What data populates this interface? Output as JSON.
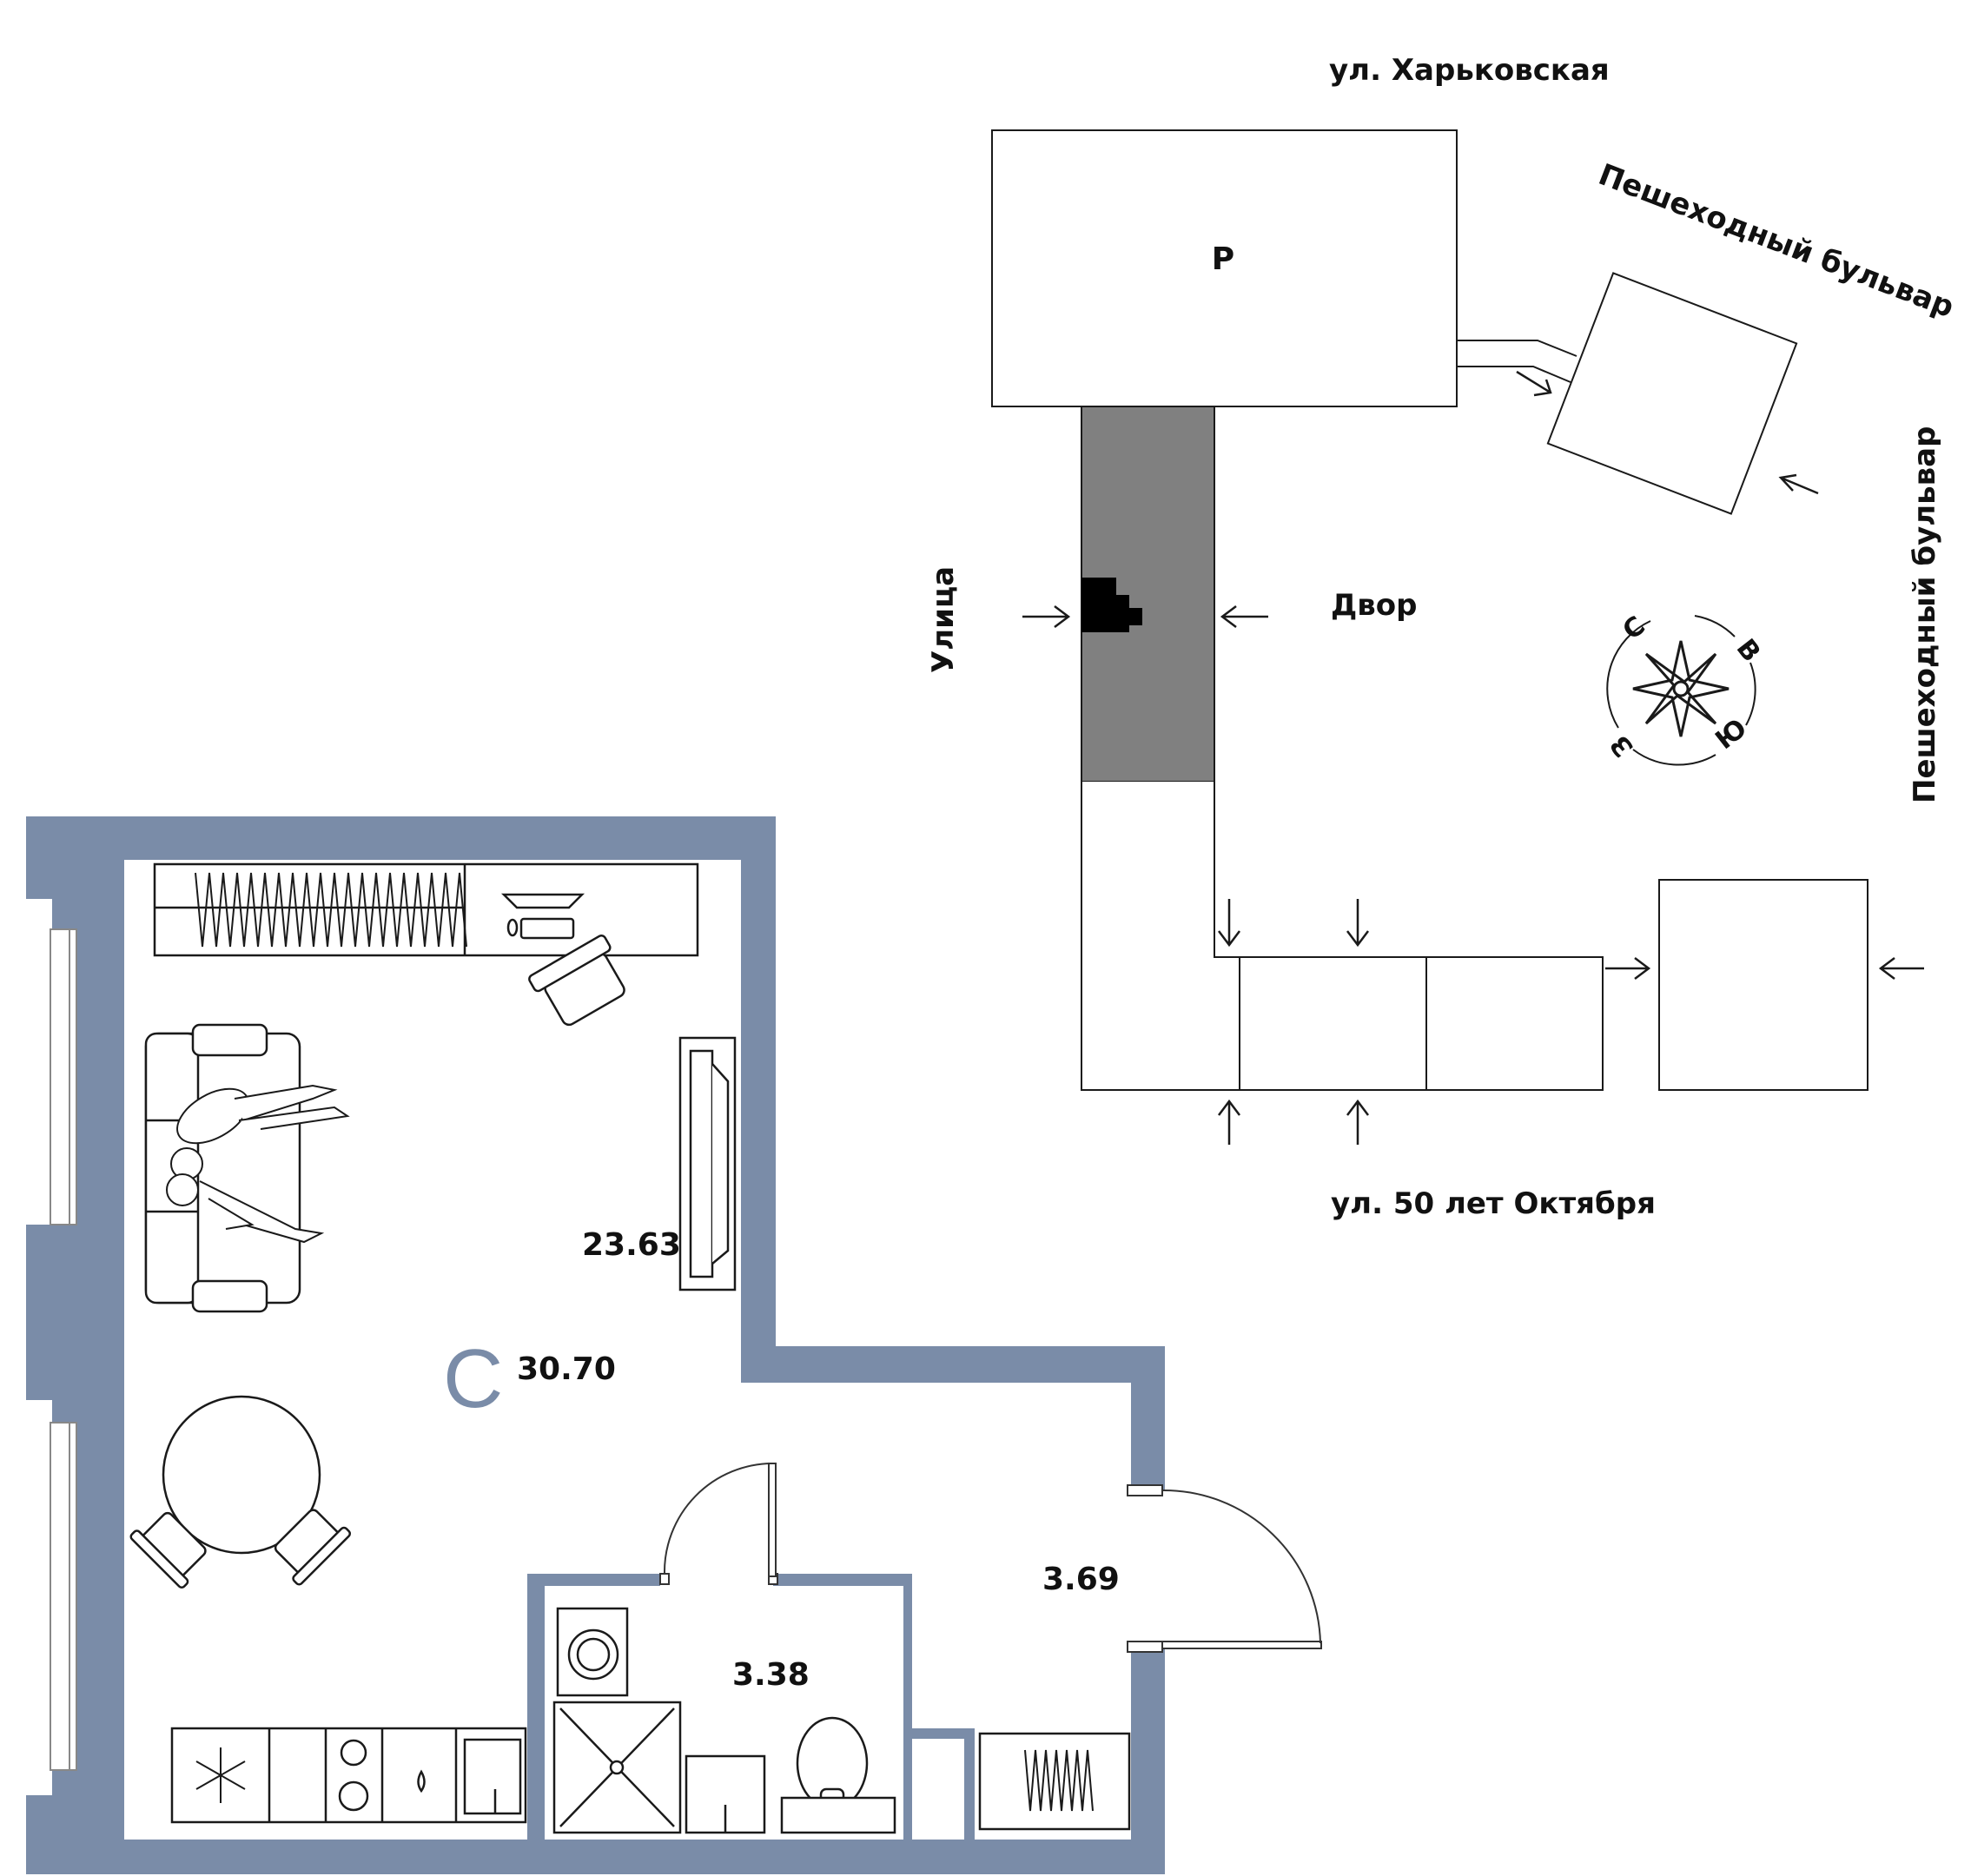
{
  "labels": {
    "street_top": "ул. Харьковская",
    "parking": "Р",
    "boulevard_1": "Пешеходный бульвар",
    "boulevard_2": "Пешеходный бульвар",
    "street_left": "Улица",
    "yard": "Двор",
    "street_bottom": "ул. 50 лет Октября"
  },
  "compass": {
    "n": "С",
    "e": "В",
    "s": "Ю",
    "w": "З"
  },
  "apartment": {
    "type": "С",
    "total_area": "30.70",
    "room_area": "23.63",
    "bath_area": "3.38",
    "hall_area": "3.69"
  },
  "colors": {
    "wall": "#7a8ca8",
    "highlight": "#808080",
    "marker": "#000000",
    "line": "#1a1a1a"
  }
}
